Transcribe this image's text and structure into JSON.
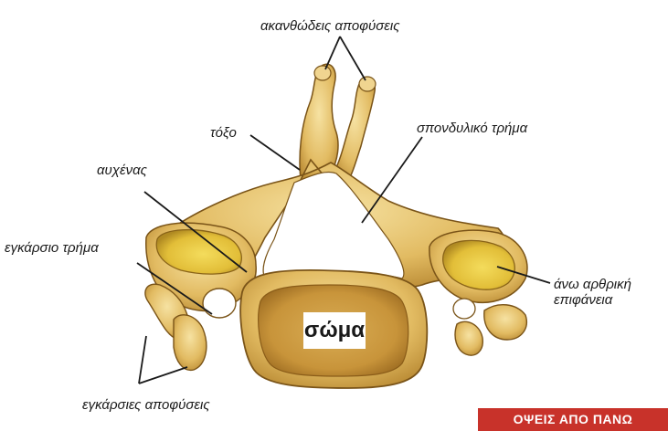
{
  "labels": {
    "spinous": "ακανθώδεις αποφύσεις",
    "arch": "τόξο",
    "foramen": "σπονδυλικό τρήμα",
    "pedicle": "αυχένας",
    "transverse_foramen": "εγκάρσιο τρήμα",
    "articular_line1": "άνω αρθρική",
    "articular_line2": "επιφάνεια",
    "transverse_processes": "εγκάρσιες αποφύσεις",
    "body": "σώμα"
  },
  "banner": "ΟΨΕΙΣ ΑΠΟ ΠΑΝΩ",
  "colors": {
    "bone_light": "#f2d68a",
    "bone_mid": "#dcb050",
    "bone_dark": "#a9792a",
    "bone_outline": "#7a5418",
    "articular_face": "#e8c640",
    "banner_bg": "#c8322a",
    "leader_line": "#1a1a1a"
  }
}
